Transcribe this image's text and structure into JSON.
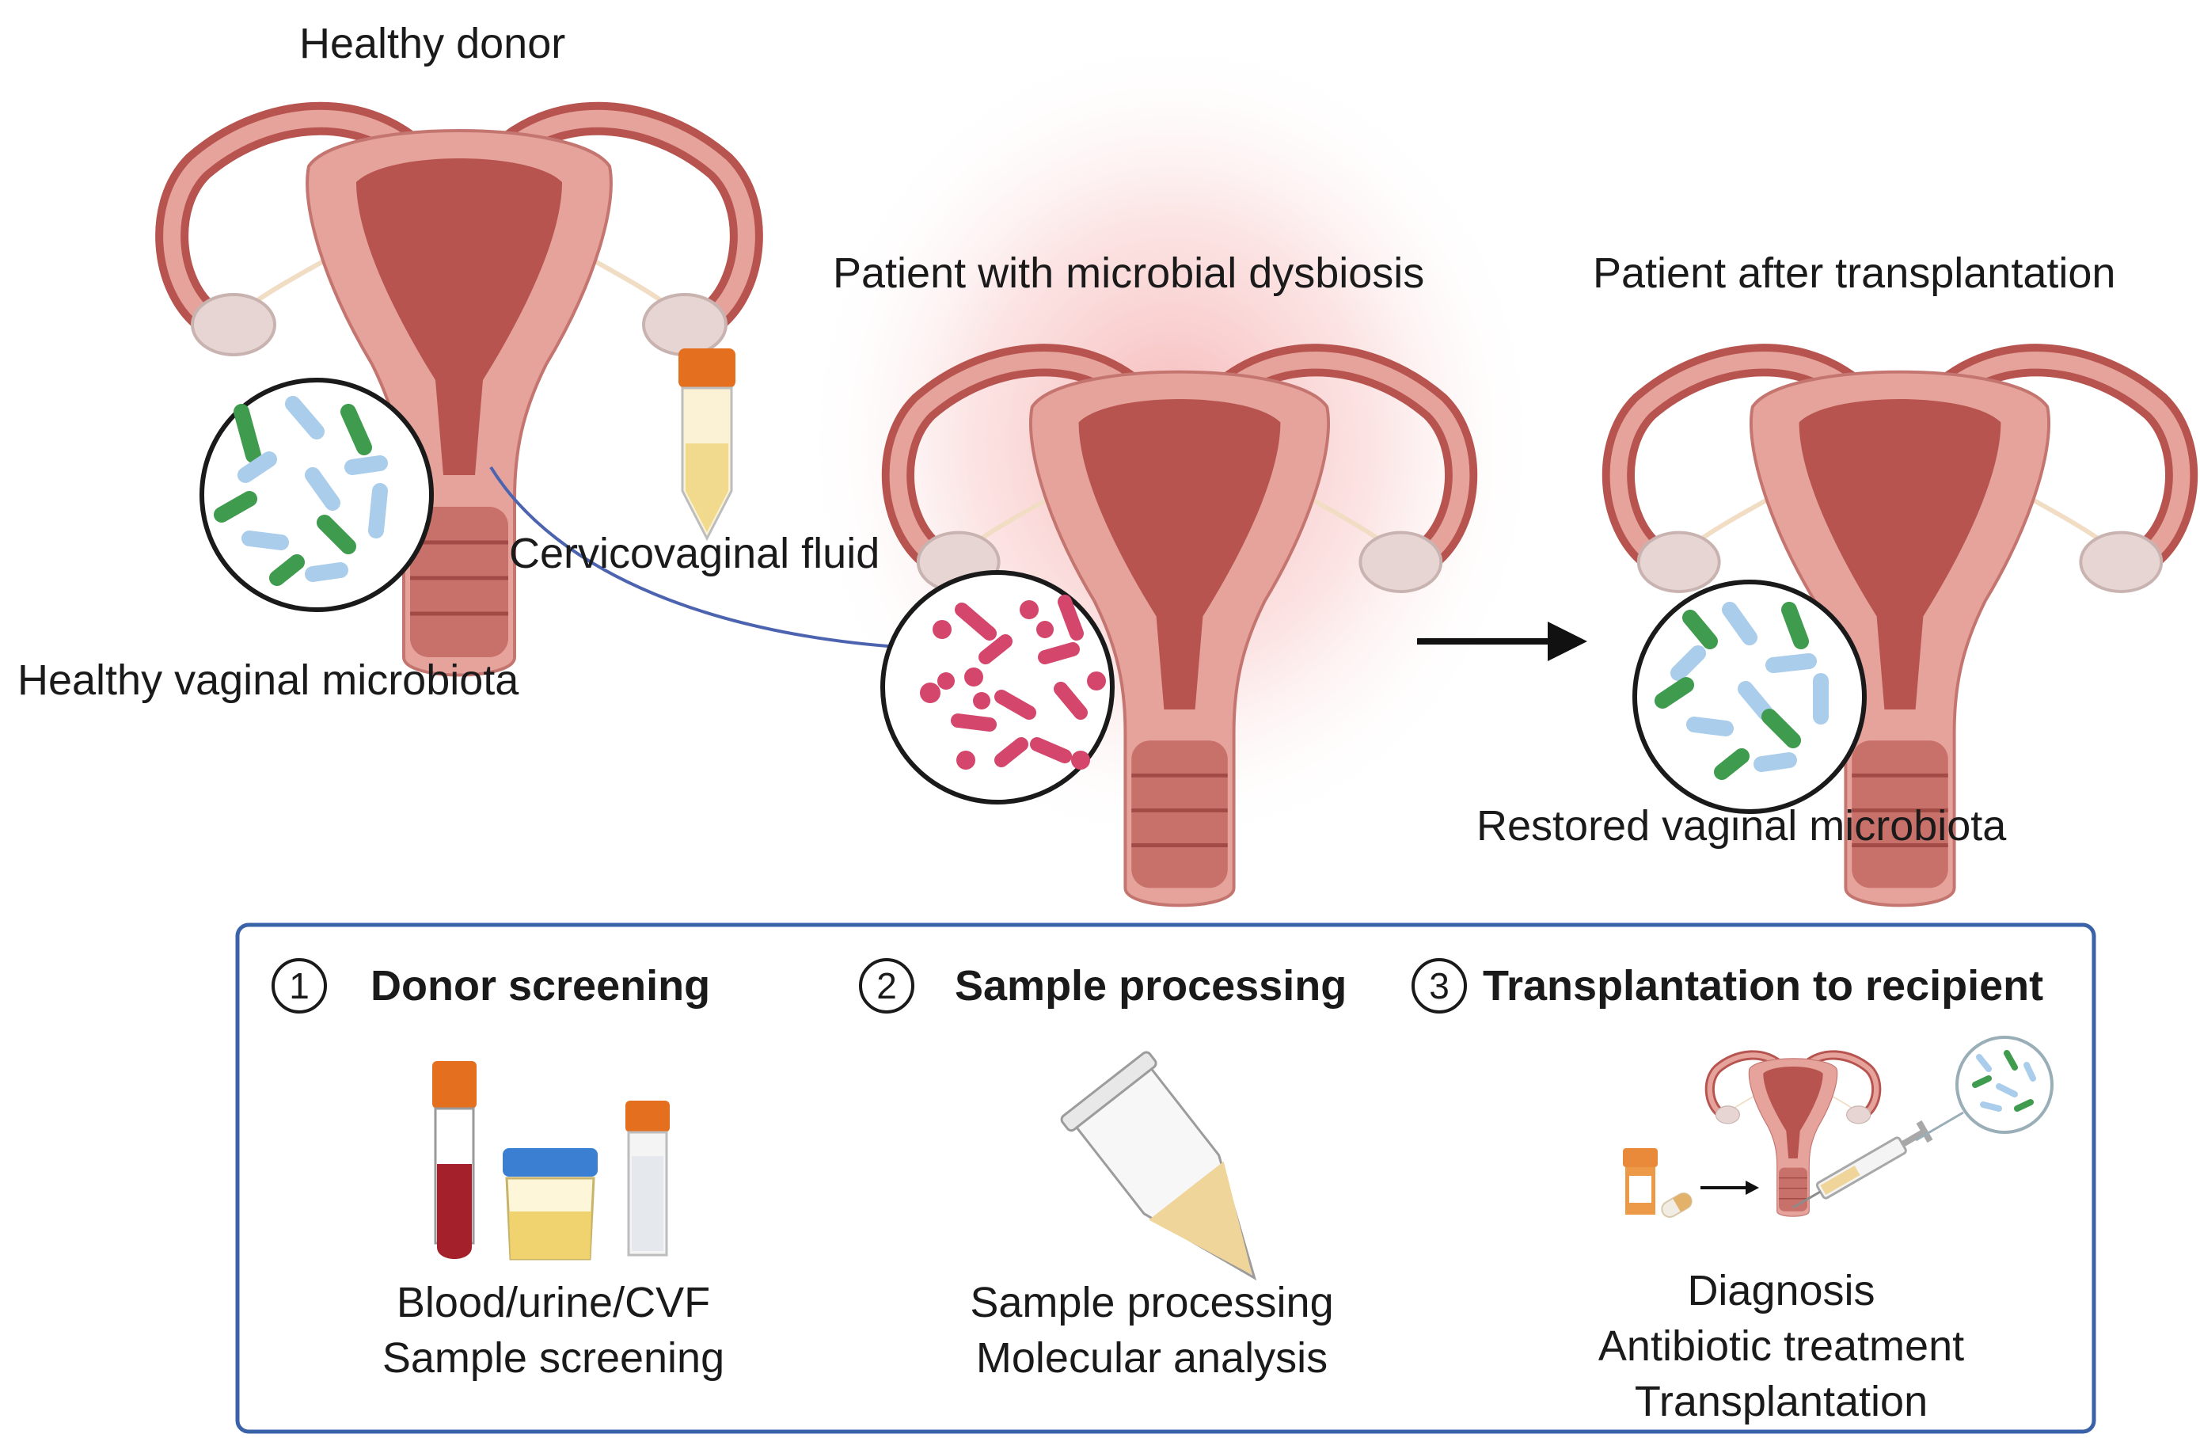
{
  "top": {
    "donor_title": "Healthy donor",
    "donor_caption": "Healthy vaginal microbiota",
    "fluid_label": "Cervicovaginal fluid",
    "patient_title": "Patient with microbial dysbiosis",
    "after_title": "Patient after transplantation",
    "after_caption": "Restored vaginal microbiota"
  },
  "steps": [
    {
      "num": "1",
      "title": "Donor screening",
      "lines": [
        "Blood/urine/CVF",
        "Sample screening"
      ]
    },
    {
      "num": "2",
      "title": "Sample processing",
      "lines": [
        "Sample processing",
        "Molecular analysis"
      ]
    },
    {
      "num": "3",
      "title": "Transplantation to recipient",
      "lines": [
        "Diagnosis",
        "Antibiotic treatment",
        "Transplantation"
      ]
    }
  ],
  "colors": {
    "uterus": "#e5a39b",
    "uterus_dark": "#b8544f",
    "healthy_green": "#3f9b4e",
    "healthy_blue": "#a9cdea",
    "dysbiosis_pink": "#d4466b",
    "box_border": "#3a62a8",
    "arrow_blue": "#4c64b0",
    "glow": "#f6b9b9"
  }
}
